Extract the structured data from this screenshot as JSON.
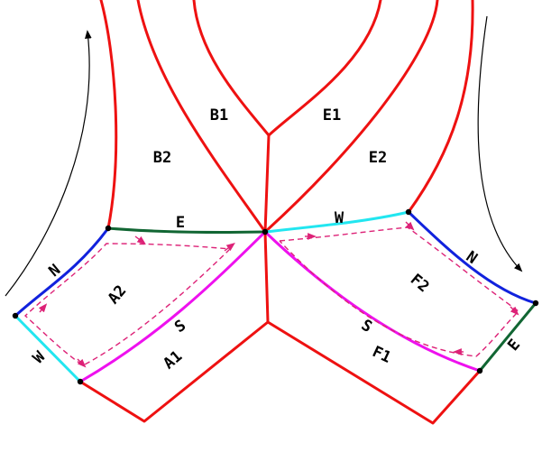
{
  "labels": {
    "B1": "B1",
    "E1": "E1",
    "B2": "B2",
    "E2": "E2",
    "A1": "A1",
    "A2": "A2",
    "F1": "F1",
    "F2": "F2",
    "N_left": "N",
    "N_right": "N",
    "W_left": "W",
    "W_right": "W",
    "E_top": "E",
    "E_right": "E",
    "S_left": "S",
    "S_right": "S"
  },
  "colors": {
    "region_boundary": "#ee1111",
    "edge_N": "#1122dd",
    "edge_W": "#22e6f0",
    "edge_E": "#116633",
    "edge_S": "#ee11ee",
    "dashed_path": "#dd2277",
    "arrow": "#000000",
    "vertex": "#000000"
  }
}
